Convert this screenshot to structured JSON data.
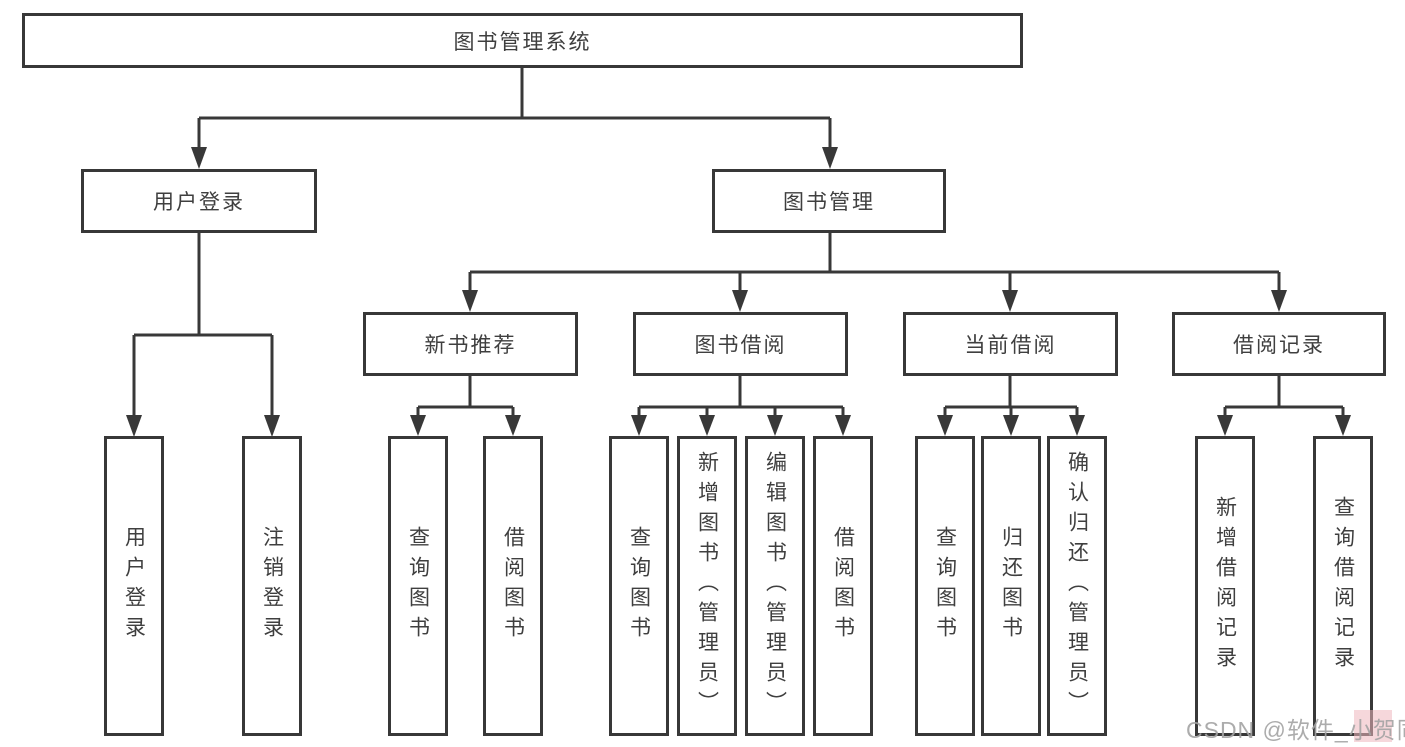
{
  "diagram": {
    "root": {
      "label": "图书管理系统"
    },
    "branches": [
      {
        "label": "用户登录",
        "children": [
          {
            "label": "用户登录"
          },
          {
            "label": "注销登录"
          }
        ]
      },
      {
        "label": "图书管理",
        "children": [
          {
            "label": "新书推荐",
            "children": [
              {
                "label": "查询图书"
              },
              {
                "label": "借阅图书"
              }
            ]
          },
          {
            "label": "图书借阅",
            "children": [
              {
                "label": "查询图书"
              },
              {
                "label": "新增图书（管理员）"
              },
              {
                "label": "编辑图书（管理员）"
              },
              {
                "label": "借阅图书"
              }
            ]
          },
          {
            "label": "当前借阅",
            "children": [
              {
                "label": "查询图书"
              },
              {
                "label": "归还图书"
              },
              {
                "label": "确认归还（管理员）"
              }
            ]
          },
          {
            "label": "借阅记录",
            "children": [
              {
                "label": "新增借阅记录"
              },
              {
                "label": "查询借阅记录"
              }
            ]
          }
        ]
      }
    ]
  },
  "watermark": {
    "text": "CSDN @软件_小贺同学"
  },
  "colors": {
    "line": "#383838",
    "box_border": "#383838",
    "text": "#3f3f3f",
    "background": "#ffffff",
    "watermark": "#a4a4a4",
    "watermark_accent": "#efb6bd"
  }
}
